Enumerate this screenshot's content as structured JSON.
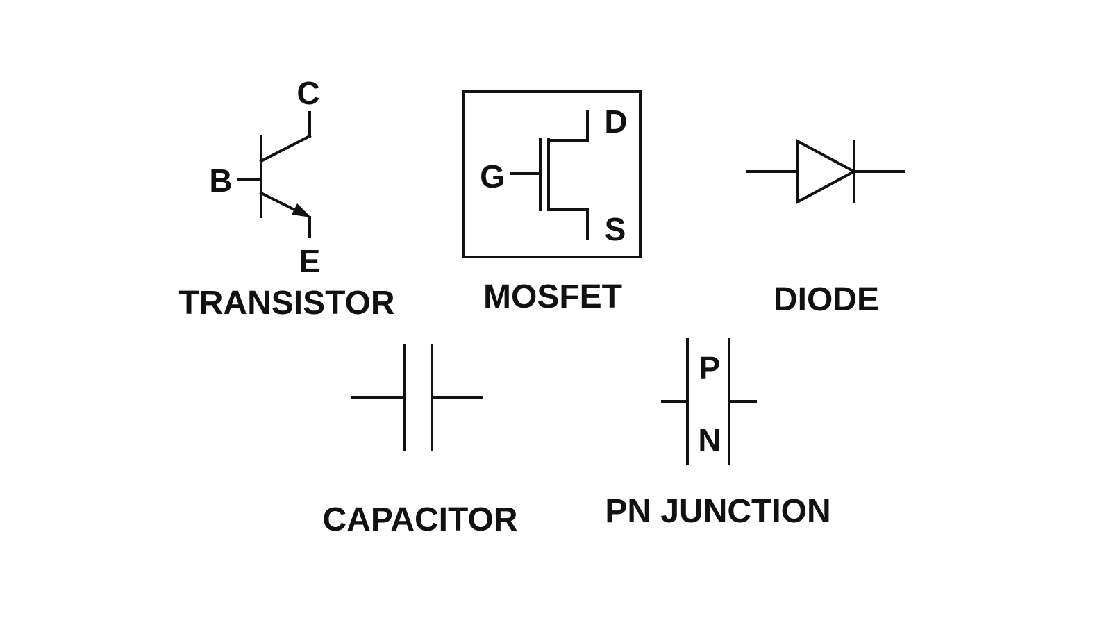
{
  "colors": {
    "background": "#ffffff",
    "ink": "#111111"
  },
  "components": {
    "transistor": {
      "title": "TRANSISTOR",
      "pins": {
        "collector": "C",
        "base": "B",
        "emitter": "E"
      }
    },
    "mosfet": {
      "title": "MOSFET",
      "pins": {
        "drain": "D",
        "gate": "G",
        "source": "S"
      }
    },
    "diode": {
      "title": "DIODE"
    },
    "capacitor": {
      "title": "CAPACITOR"
    },
    "pn_junction": {
      "title": "PN JUNCTION",
      "regions": {
        "p": "P",
        "n": "N"
      }
    }
  }
}
